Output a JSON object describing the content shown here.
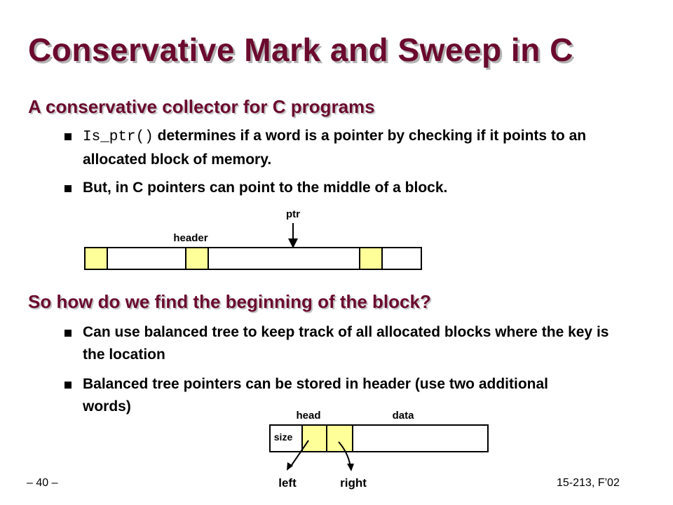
{
  "slide": {
    "title": "Conservative Mark and Sweep in C",
    "heading1": "A conservative  collector for C programs",
    "bullet1_code": "Is_ptr()",
    "bullet1_rest": " determines if a word is a pointer by checking if it points to an allocated block of memory.",
    "bullet2": "But, in C pointers can point to the middle of a block.",
    "heading2": "So how do we find the beginning of the block?",
    "bullet3": "Can use balanced tree to keep track of all allocated blocks where the key is the location",
    "bullet4": "Balanced tree pointers can be stored in header (use two additional words)"
  },
  "diagram1": {
    "ptr_label": "ptr",
    "header_label": "header"
  },
  "diagram2": {
    "head_label": "head",
    "data_label": "data",
    "size_label": "size",
    "left_label": "left",
    "right_label": "right"
  },
  "footer": {
    "page": "– 40 –",
    "course": "15-213, F’02"
  },
  "colors": {
    "title": "#6b0a2e",
    "header_word": "#ffff99"
  }
}
